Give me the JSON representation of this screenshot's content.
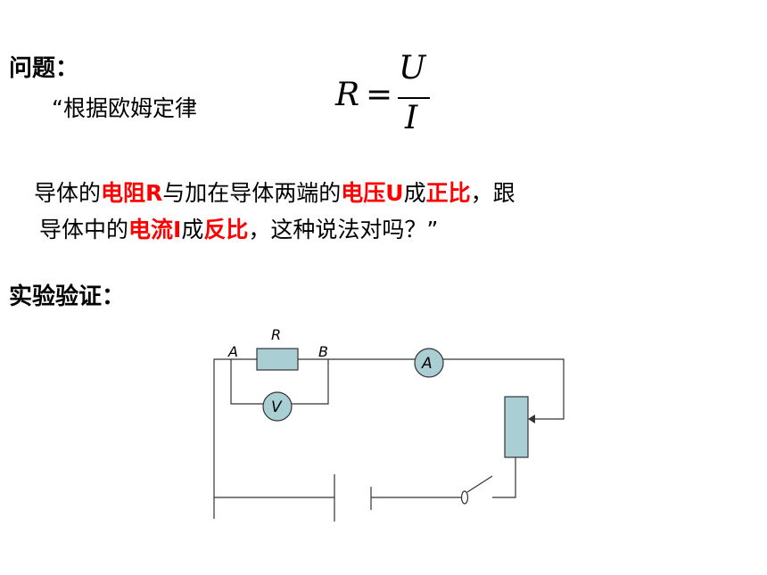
{
  "question": {
    "title": "问题：",
    "intro": "“根据欧姆定律"
  },
  "formula": {
    "lhs": "R",
    "eq": "=",
    "numerator": "U",
    "denominator": "I"
  },
  "statement": {
    "line1": [
      {
        "text": "导体的",
        "hl": false
      },
      {
        "text": "电阻R",
        "hl": true
      },
      {
        "text": "与加在导体两端的",
        "hl": false
      },
      {
        "text": "电压U",
        "hl": true
      },
      {
        "text": "成",
        "hl": false
      },
      {
        "text": "正比",
        "hl": true
      },
      {
        "text": "，跟",
        "hl": false
      }
    ],
    "line2": [
      {
        "text": "导体中的",
        "hl": false
      },
      {
        "text": "电流I",
        "hl": true
      },
      {
        "text": "成",
        "hl": false
      },
      {
        "text": "反比",
        "hl": true
      },
      {
        "text": "，这种说法对吗？”",
        "hl": false
      }
    ]
  },
  "experiment": {
    "title": "实验验证："
  },
  "circuit": {
    "resistor_label": "R",
    "node_a_label": "A",
    "node_b_label": "B",
    "ammeter_label": "A",
    "voltmeter_label": "V",
    "component_fill": "#a9cfd4",
    "wire_color": "#333333"
  },
  "colors": {
    "highlight": "#ff0000",
    "text": "#000000"
  }
}
